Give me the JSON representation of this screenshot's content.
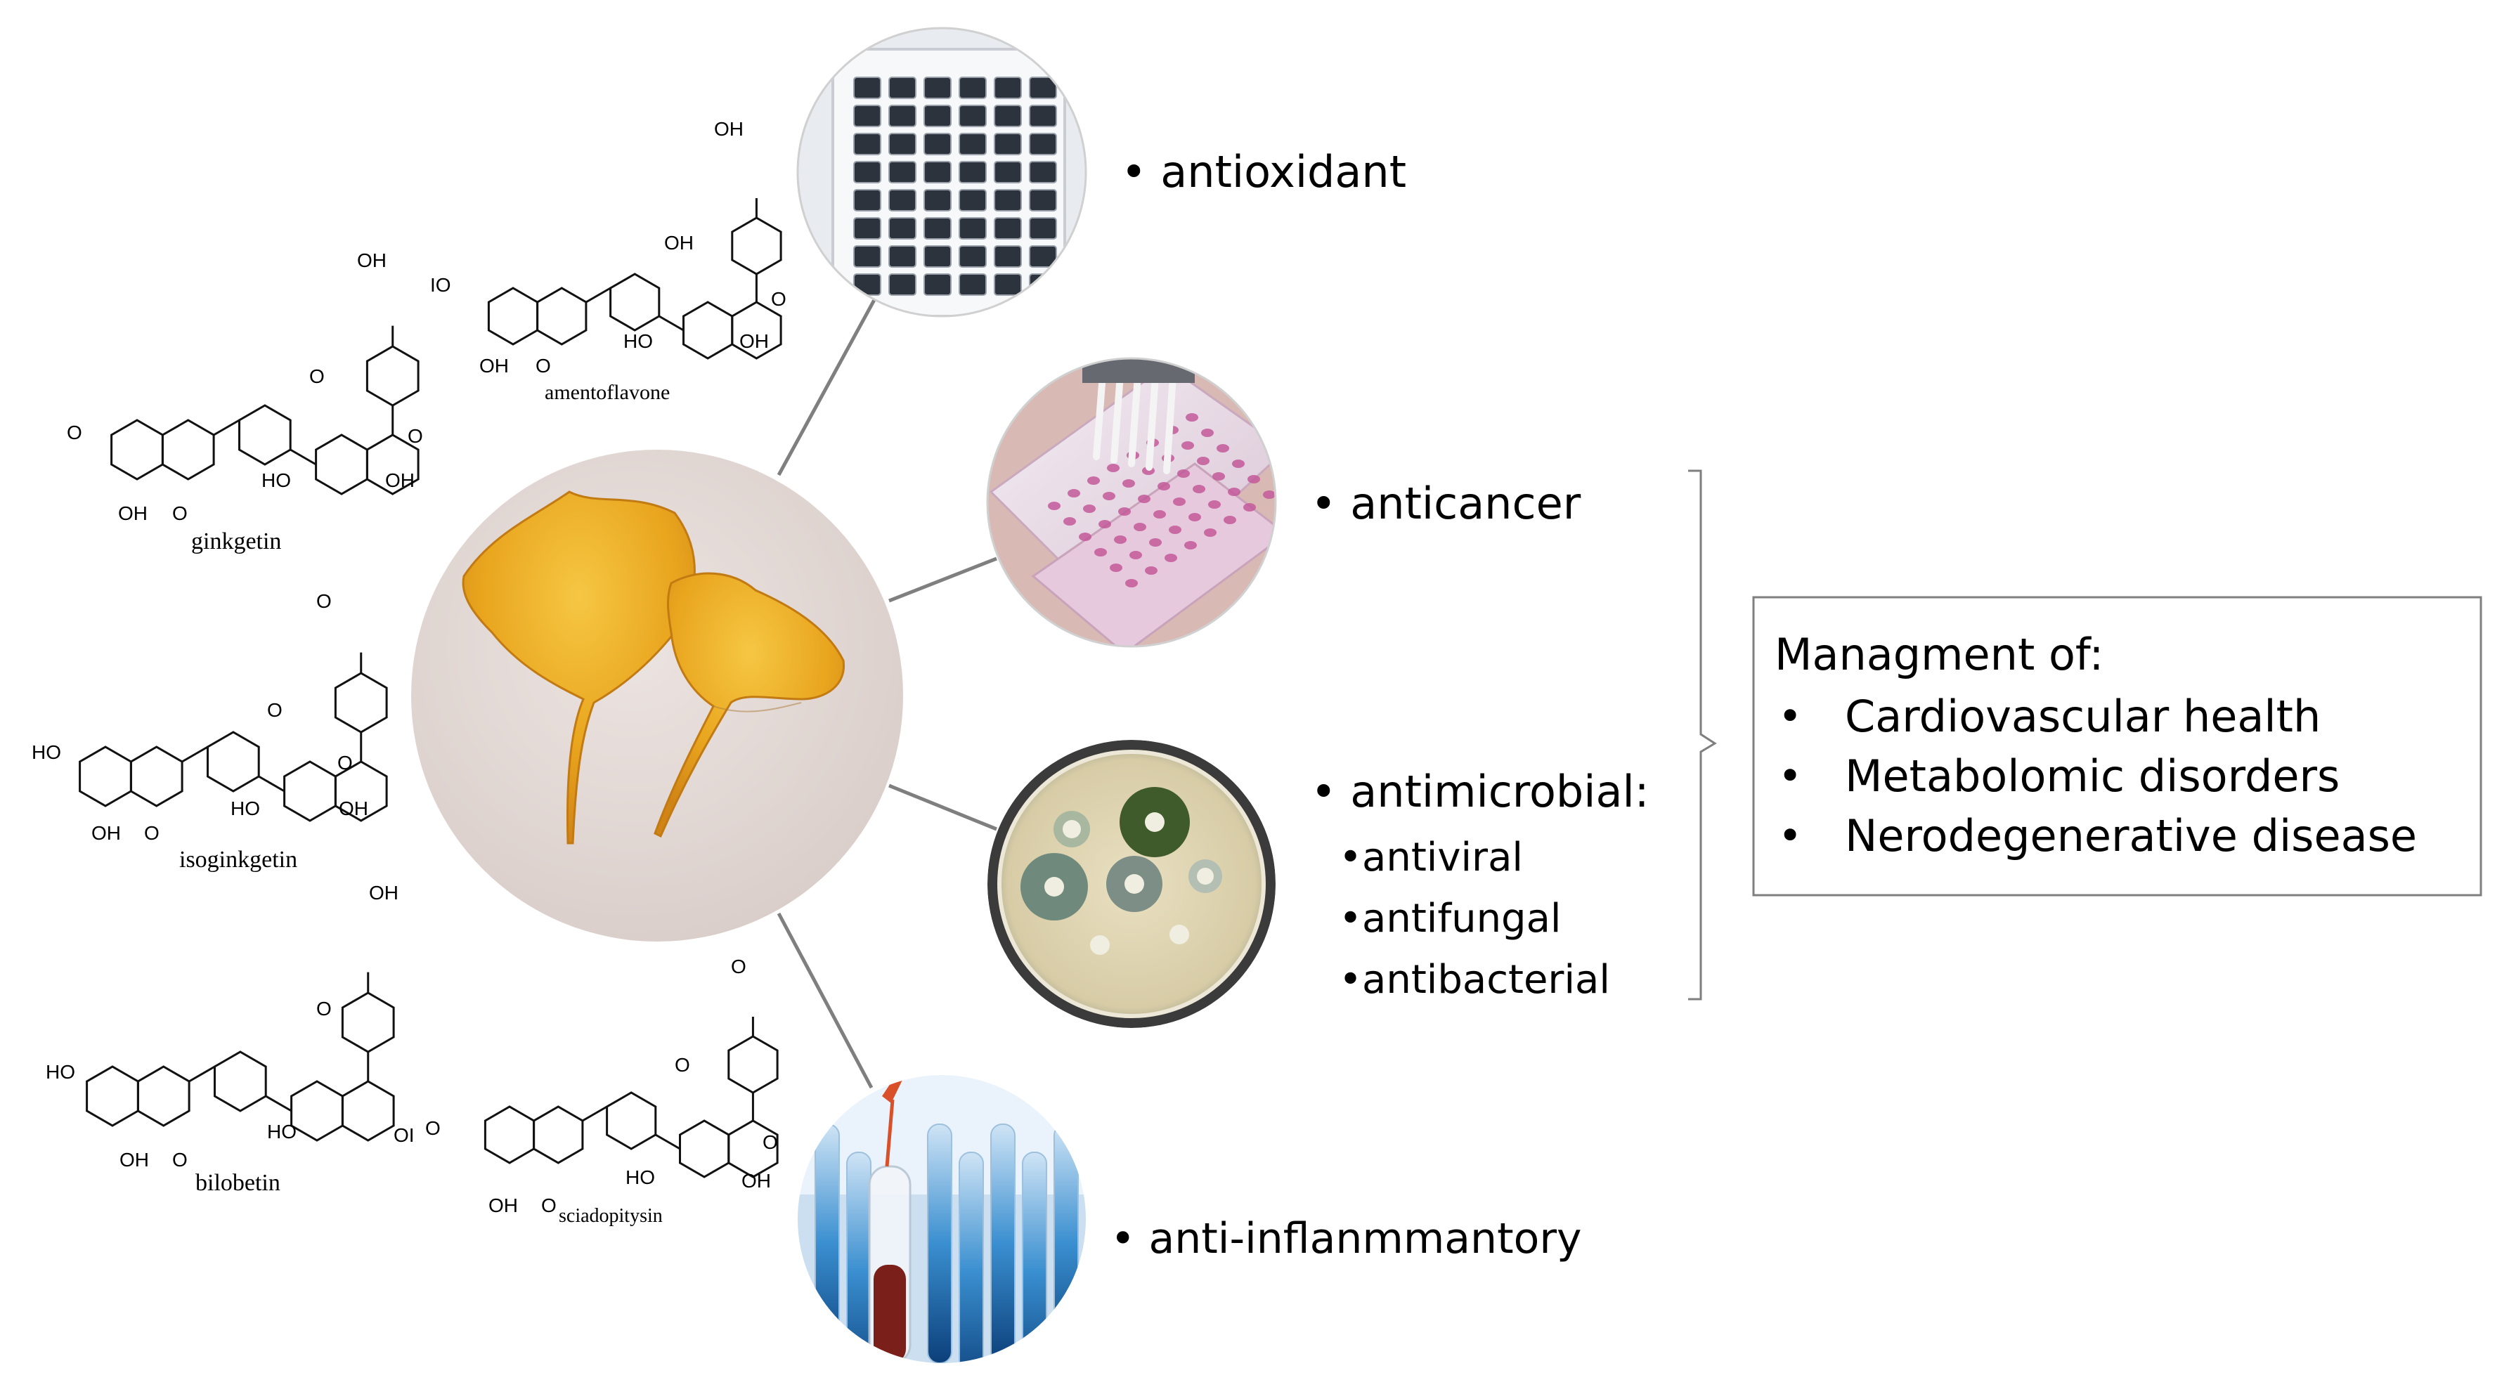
{
  "compounds": {
    "amentoflavone": "amentoflavone",
    "ginkgetin": "ginkgetin",
    "isoginkgetin": "isoginkgetin",
    "bilobetin": "bilobetin",
    "sciadopitysin": "sciadopitysin"
  },
  "atom_labels": {
    "oh": "OH",
    "ho": "HO",
    "o": "O",
    "ho_partial": "IO",
    "oh_partial": "OI"
  },
  "activities": {
    "antioxidant": "• antioxidant",
    "anticancer": "• anticancer",
    "antimicrobial": "• antimicrobial:",
    "antiviral": "•antiviral",
    "antifungal": "•antifungal",
    "antibacterial": "•antibacterial",
    "antiinflammatory": "• anti-inflanmmantory"
  },
  "management": {
    "title": "Managment of:",
    "bullet": "•",
    "items": [
      "Cardiovascular health",
      "Metabolomic disorders",
      "Nerodegenerative disease"
    ]
  },
  "colors": {
    "line": "#7f7f7f",
    "ginkgo_leaf": "#e9a51e",
    "center_bg": "#e6dcd8",
    "box_border": "#7f7f7f"
  }
}
